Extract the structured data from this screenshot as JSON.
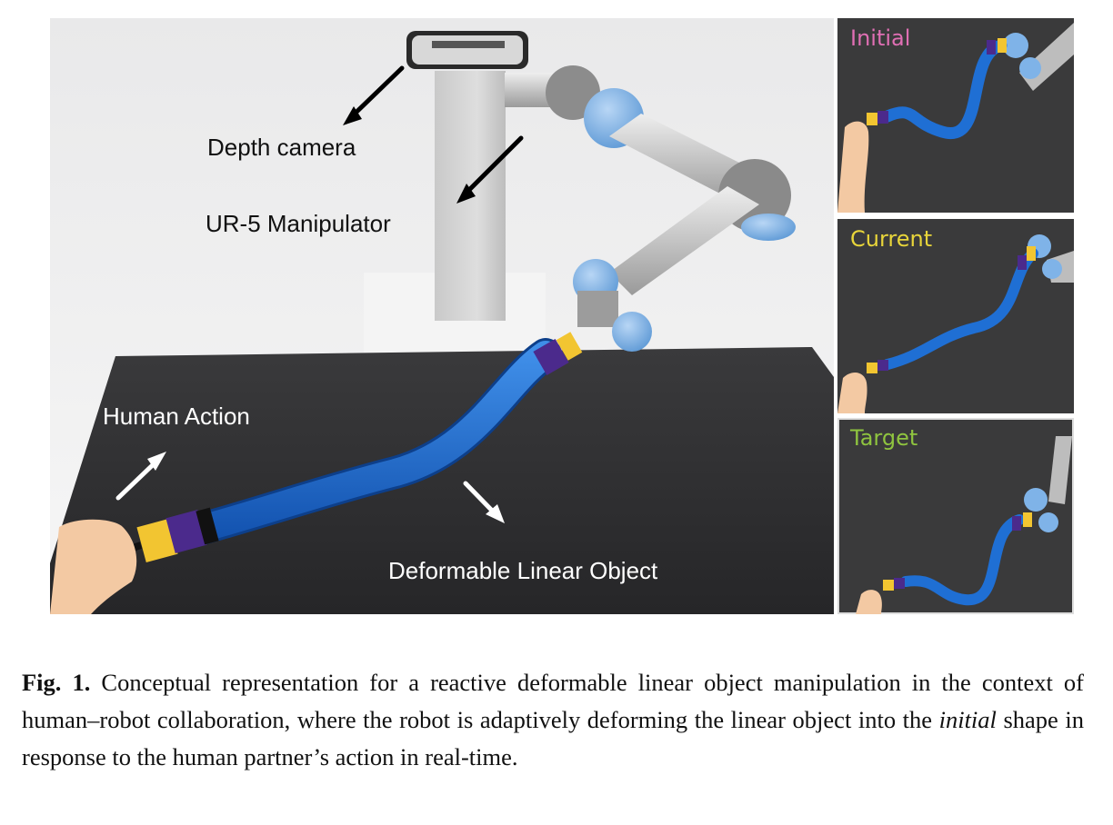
{
  "figure": {
    "labels": {
      "depth_camera": "Depth camera",
      "manipulator": "UR-5 Manipulator",
      "human_action": "Human Action",
      "deformable_object": "Deformable Linear Object"
    },
    "panels": [
      {
        "label": "Initial",
        "color": "#e06fb4"
      },
      {
        "label": "Current",
        "color": "#e8d53a"
      },
      {
        "label": "Target",
        "color": "#8fc43f"
      }
    ]
  },
  "caption": {
    "fig_label": "Fig. 1.",
    "text_before": " Conceptual representation for a reactive deformable linear object manipulation in the context of human–robot collaboration, where the robot is adaptively deforming the linear object into the ",
    "emphasis": "initial",
    "text_after": " shape in response to the human partner’s action in real-time."
  },
  "colors": {
    "cable": "#1f6fd4",
    "robot_joint": "#7fb3e8",
    "table": "#2e2e30",
    "purple_band": "#4b2a8c",
    "yellow_band": "#f2c531"
  }
}
